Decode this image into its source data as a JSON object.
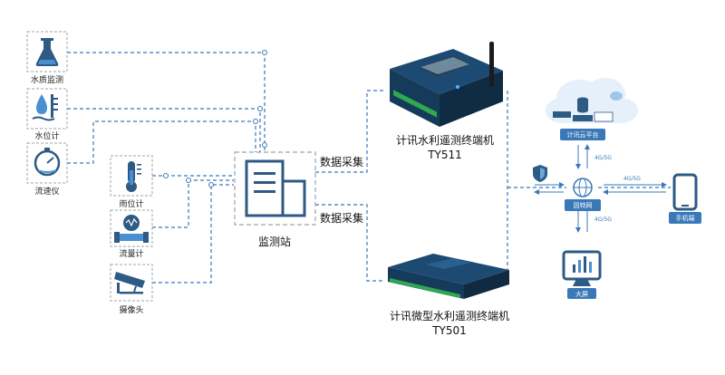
{
  "sensors": {
    "water_quality": "水质监测",
    "water_level": "水位计",
    "flow_meter_speed": "流速仪",
    "rain_gauge": "雨位计",
    "flow_meter": "流量计",
    "camera": "摄像头"
  },
  "station": {
    "label": "监测站"
  },
  "links": {
    "upper": "数据采集",
    "lower": "数据采集"
  },
  "devices": {
    "ty511_name": "计讯水利遥测终端机",
    "ty511_model": "TY511",
    "ty501_name": "计讯微型水利遥测终端机",
    "ty501_model": "TY501"
  },
  "network": {
    "cloud": "计讯云平台",
    "internet": "因特网",
    "phone": "手机端",
    "screen": "大屏",
    "lte_up": "4G/5G",
    "lte_down": "4G/5G",
    "lte_right": "4G/5G"
  },
  "colors": {
    "accent": "#3a79b8",
    "dash": "#3a79b8",
    "box_border": "#9aa4ae"
  }
}
